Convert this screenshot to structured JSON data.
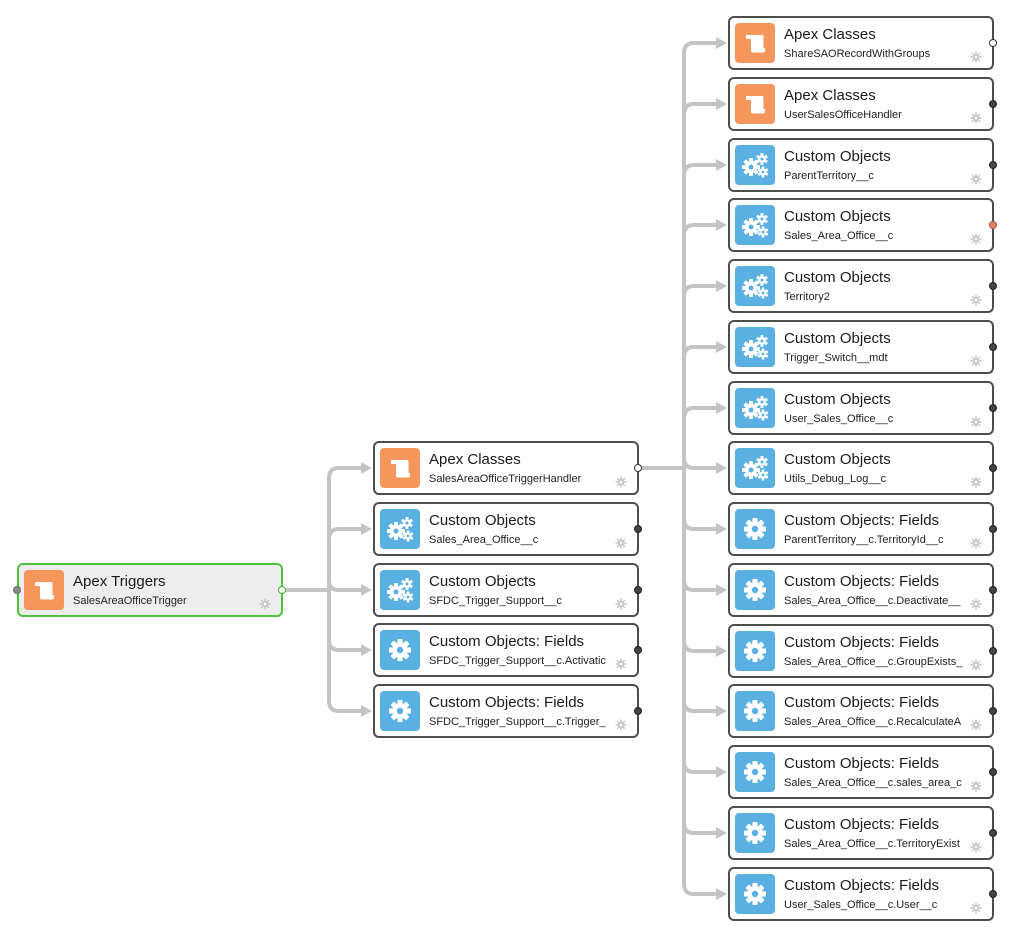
{
  "root": {
    "type": "Apex Triggers",
    "name": "SalesAreaOfficeTrigger",
    "icon": "scroll-icon",
    "color": "#f5965a",
    "border_color": "#4cc23a"
  },
  "level1": [
    {
      "type": "Apex Classes",
      "name": "SalesAreaOfficeTriggerHandler",
      "icon": "scroll-icon",
      "port": "open"
    },
    {
      "type": "Custom Objects",
      "name": "Sales_Area_Office__c",
      "icon": "gears-icon",
      "port": "filled"
    },
    {
      "type": "Custom Objects",
      "name": "SFDC_Trigger_Support__c",
      "icon": "gears-icon",
      "port": "filled"
    },
    {
      "type": "Custom Objects: Fields",
      "name": "SFDC_Trigger_Support__c.Activatic",
      "icon": "gear-icon",
      "port": "filled"
    },
    {
      "type": "Custom Objects: Fields",
      "name": "SFDC_Trigger_Support__c.Trigger_",
      "icon": "gear-icon",
      "port": "filled"
    }
  ],
  "level2": [
    {
      "type": "Apex Classes",
      "name": "ShareSAORecordWithGroups",
      "icon": "scroll-icon",
      "port": "open"
    },
    {
      "type": "Apex Classes",
      "name": "UserSalesOfficeHandler",
      "icon": "scroll-icon",
      "port": "filled"
    },
    {
      "type": "Custom Objects",
      "name": "ParentTerritory__c",
      "icon": "gears-icon",
      "port": "filled"
    },
    {
      "type": "Custom Objects",
      "name": "Sales_Area_Office__c",
      "icon": "gears-icon",
      "port": "red"
    },
    {
      "type": "Custom Objects",
      "name": "Territory2",
      "icon": "gears-icon",
      "port": "filled"
    },
    {
      "type": "Custom Objects",
      "name": "Trigger_Switch__mdt",
      "icon": "gears-icon",
      "port": "filled"
    },
    {
      "type": "Custom Objects",
      "name": "User_Sales_Office__c",
      "icon": "gears-icon",
      "port": "filled"
    },
    {
      "type": "Custom Objects",
      "name": "Utils_Debug_Log__c",
      "icon": "gears-icon",
      "port": "filled"
    },
    {
      "type": "Custom Objects: Fields",
      "name": "ParentTerritory__c.TerritoryId__c",
      "icon": "gear-icon",
      "port": "filled"
    },
    {
      "type": "Custom Objects: Fields",
      "name": "Sales_Area_Office__c.Deactivate__",
      "icon": "gear-icon",
      "port": "filled"
    },
    {
      "type": "Custom Objects: Fields",
      "name": "Sales_Area_Office__c.GroupExists_",
      "icon": "gear-icon",
      "port": "filled"
    },
    {
      "type": "Custom Objects: Fields",
      "name": "Sales_Area_Office__c.RecalculateA",
      "icon": "gear-icon",
      "port": "filled"
    },
    {
      "type": "Custom Objects: Fields",
      "name": "Sales_Area_Office__c.sales_area_c",
      "icon": "gear-icon",
      "port": "filled"
    },
    {
      "type": "Custom Objects: Fields",
      "name": "Sales_Area_Office__c.TerritoryExist",
      "icon": "gear-icon",
      "port": "filled"
    },
    {
      "type": "Custom Objects: Fields",
      "name": "User_Sales_Office__c.User__c",
      "icon": "gear-icon",
      "port": "filled"
    }
  ],
  "colors": {
    "apex_tile": "#f5965a",
    "object_tile": "#5aafe3",
    "connector": "#c4c4c4",
    "node_border": "#4d4d4d"
  }
}
